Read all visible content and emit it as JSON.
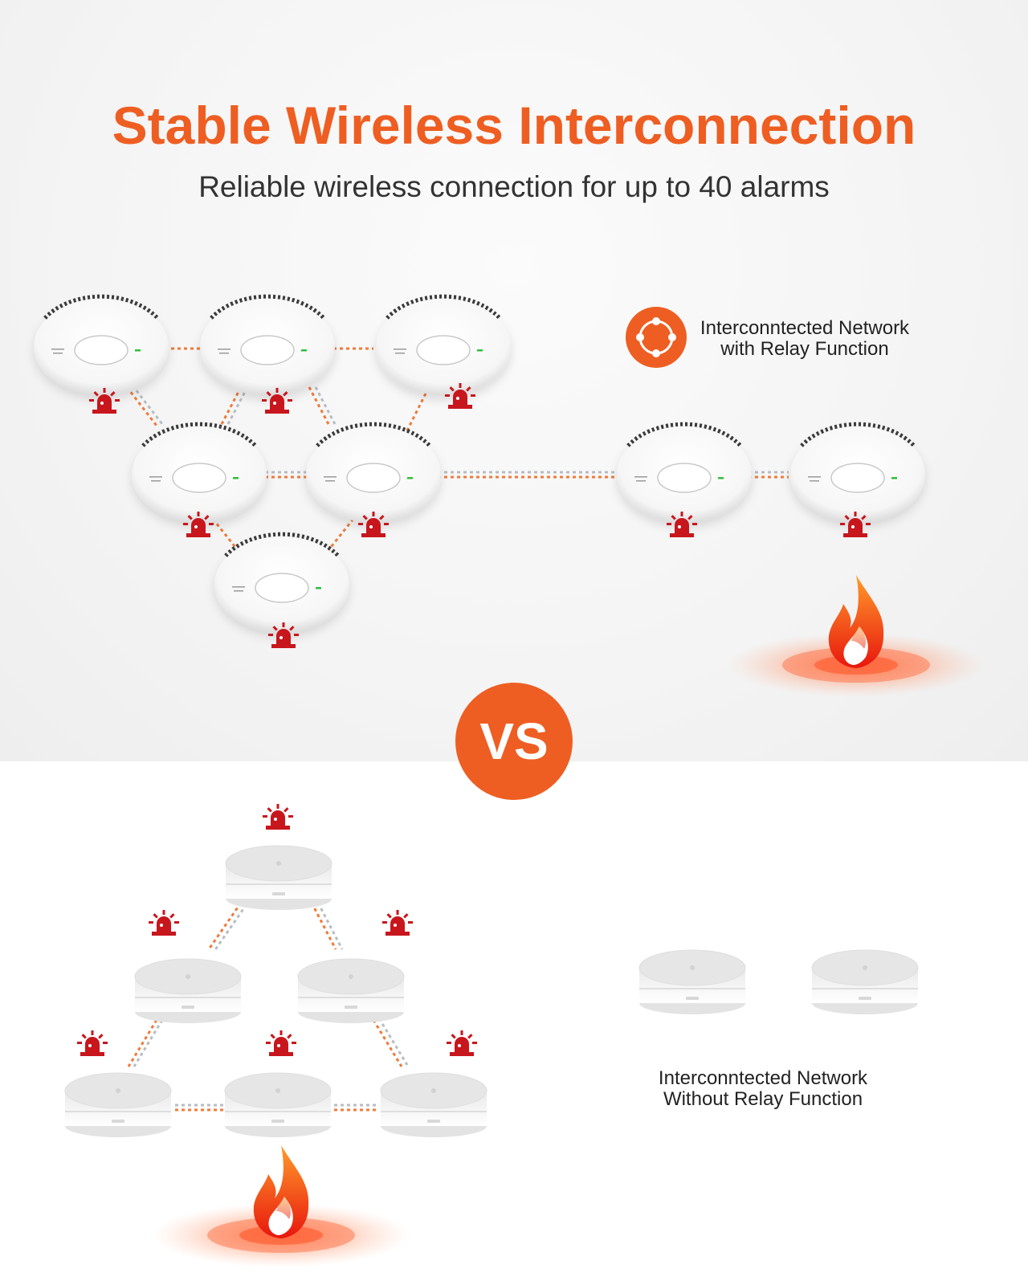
{
  "title": "Stable Wireless Interconnection",
  "subtitle": "Reliable wireless connection for up to 40 alarms",
  "vs_label": "VS",
  "relay_caption": {
    "line1": "Interconntected Network",
    "line2": "with Relay Function"
  },
  "no_relay_caption": {
    "line1": "Interconntected Network",
    "line2": "Without Relay Function"
  },
  "colors": {
    "accent": "#ee5e22",
    "alarm_red": "#c8161d",
    "link_orange": "#f07a3a",
    "link_gray": "#b7bcc4",
    "fire_red": "#f03a12",
    "fire_orange": "#ff7a1a",
    "status_led": "#2fbf3a"
  },
  "icons": [
    "network-relay-icon",
    "alarm-siren-icon",
    "fire-icon",
    "smoke-detector-icon"
  ]
}
